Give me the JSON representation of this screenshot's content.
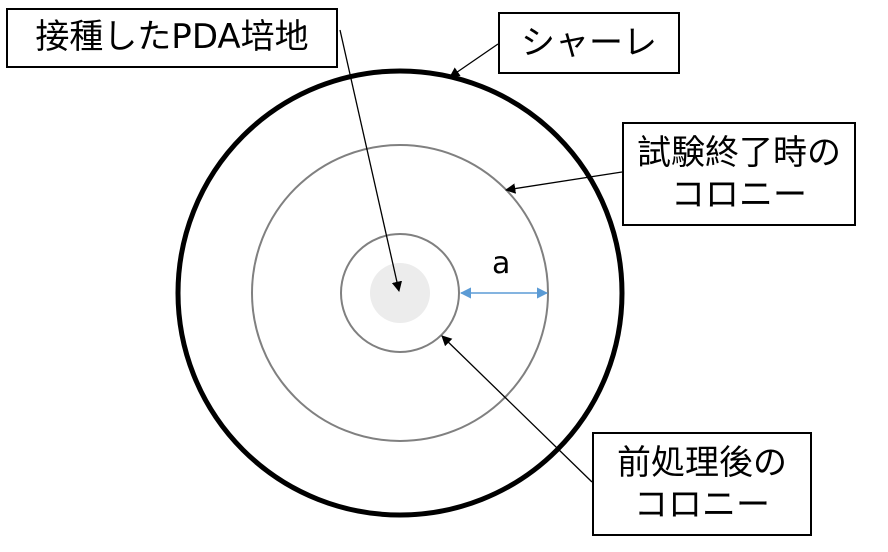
{
  "labels": {
    "inoculated_pda": "接種したPDA培地",
    "petri_dish": "シャーレ",
    "final_colony_line1": "試験終了時の",
    "final_colony_line2": "コロニー",
    "pretreat_colony_line1": "前処理後の",
    "pretreat_colony_line2": "コロニー",
    "dimension_a": "a"
  },
  "colors": {
    "outline": "#000000",
    "colony_ring": "#808080",
    "inoculum_fill": "#ececec",
    "dimension_arrow": "#5b9bd5"
  }
}
